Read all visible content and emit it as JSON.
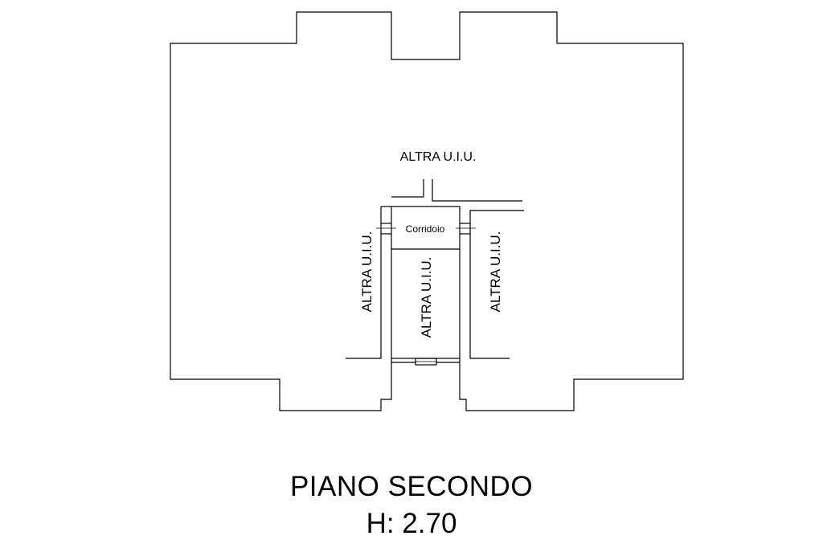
{
  "labels": {
    "top": "ALTRA U.I.U.",
    "left": "ALTRA U.I.U.",
    "center": "ALTRA U.I.U.",
    "right": "ALTRA U.I.U.",
    "corridor": "Corridoio"
  },
  "caption": {
    "title": "PIANO SECONDO",
    "height": "H: 2.70"
  }
}
